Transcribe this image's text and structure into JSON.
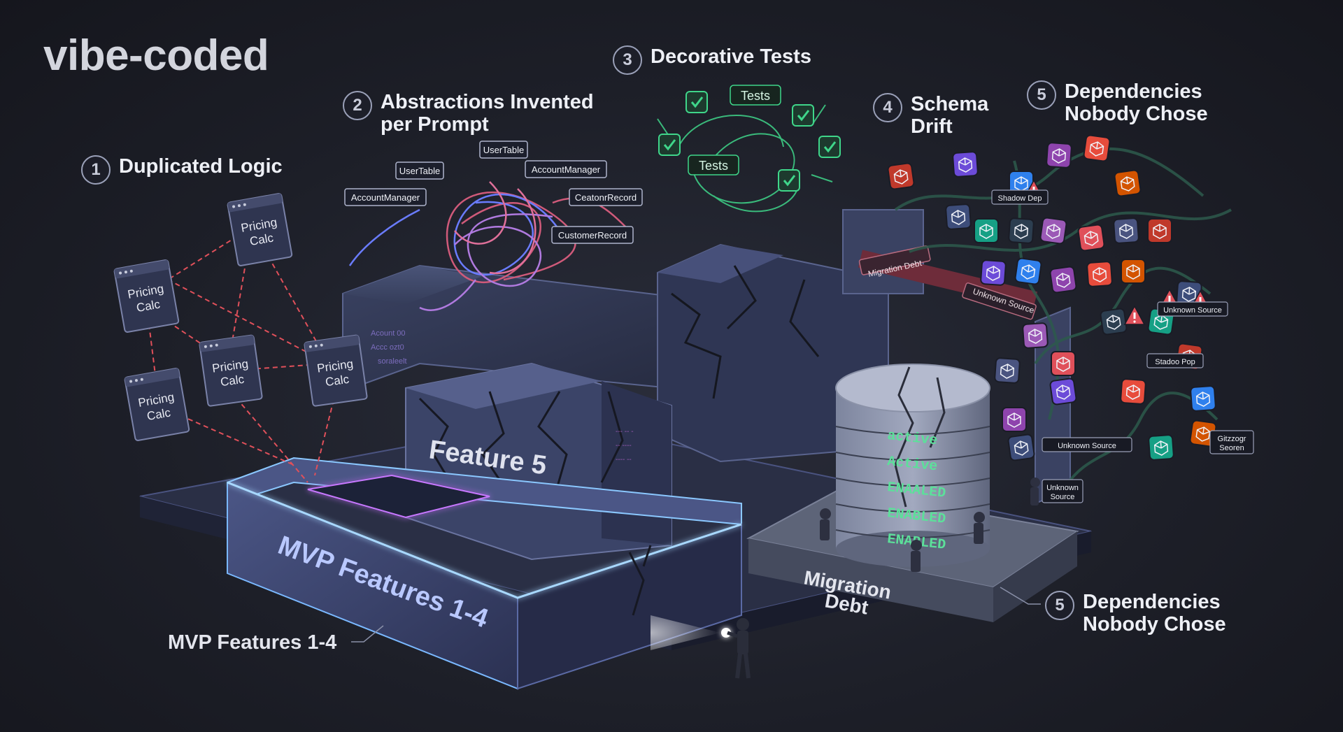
{
  "title": "vibe-coded",
  "callouts": {
    "c1": {
      "num": "1",
      "text": "Duplicated Logic"
    },
    "c2": {
      "num": "2",
      "text": "Abstractions Invented\nper Prompt"
    },
    "c3": {
      "num": "3",
      "text": "Decorative Tests"
    },
    "c4": {
      "num": "4",
      "text": "Schema\nDrift"
    },
    "c5": {
      "num": "5",
      "text": "Dependencies\nNobody Chose"
    },
    "c6": {
      "num": "5",
      "text": "Dependencies\nNobody Chose"
    }
  },
  "mvp_label": "MVP Features 1-4",
  "pricing": {
    "line1": "Pricing",
    "line2": "Calc"
  },
  "abstraction_tags": [
    "UserTable",
    "UserTable",
    "AccountManager",
    "AccountManager",
    "CeatonrRecord",
    "CustomerRecord"
  ],
  "test_labels": [
    "Tests",
    "Tests"
  ],
  "blocks": {
    "feature5": "Feature 5",
    "mvp": "MVP Features 1-4",
    "migration_line1": "Migration",
    "migration_line2": "Debt"
  },
  "db_bands": [
    "active",
    "Active",
    "ENAALED",
    "ENABLED",
    "ENABLED"
  ],
  "strap_tags": {
    "migration": "Migration Debt",
    "unknown": "Unknown Source"
  },
  "dep_tags": [
    "Shadow Dep",
    "Unknown Source",
    "Stadoo Pop",
    "Unknown Source",
    "Unknown\nSource",
    "Gitzzogr\nSeoren"
  ],
  "colors": {
    "background": "#1d1f28",
    "neon_pink": "#e04a78",
    "neon_violet": "#8c6cff",
    "test_green": "#3fd68a",
    "block_blue": "#3b4566",
    "dashed_red": "#e0505a"
  },
  "icons": [
    "pricing-window-icon",
    "test-check-icon",
    "warning-icon",
    "package-cube-icon",
    "flashlight-icon"
  ]
}
